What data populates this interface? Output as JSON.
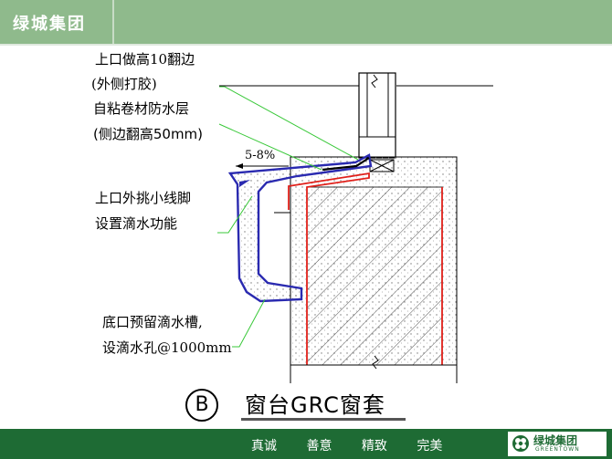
{
  "header": {
    "title": "绿城集团"
  },
  "labels": {
    "top_edge_l1": "上口做高10翻边",
    "top_edge_l2": "(外侧打胶)",
    "membrane_l1": "自粘卷材防水层",
    "membrane_l2": "(侧边翻高50mm)",
    "slope": "5-8%",
    "drip_l1": "上口外挑小线脚",
    "drip_l2": "设置滴水功能",
    "bottom_l1": "底口预留滴水槽,",
    "bottom_l2": "设滴水孔@1000mm"
  },
  "caption": {
    "mark": "B",
    "title": "窗台GRC窗套"
  },
  "footer": {
    "slogan": [
      "真诚",
      "善意",
      "精致",
      "完美"
    ],
    "logo_cn": "绿城集团",
    "logo_en": "GREENTOWN"
  },
  "colors": {
    "header_bg": "#8fba8c",
    "footer_bg": "#1e6b34",
    "grc_outline": "#2a2ab0",
    "flashing": "#e0201a",
    "leader": "#38c838"
  }
}
